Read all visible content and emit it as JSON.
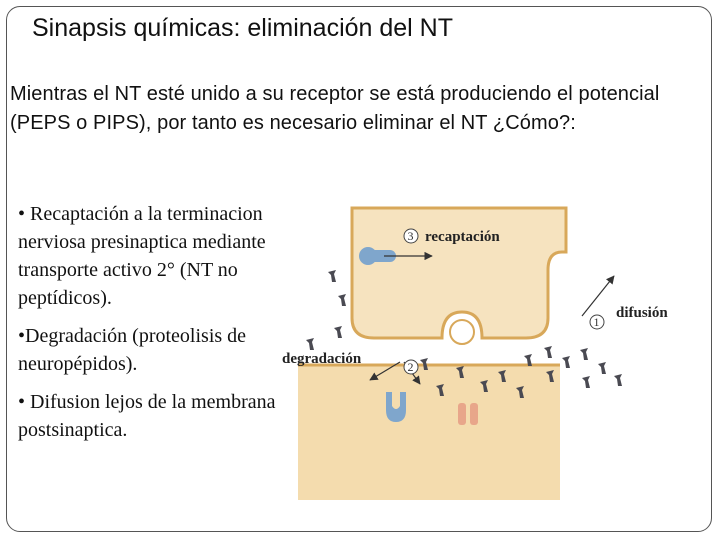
{
  "slide": {
    "title": "Sinapsis químicas: eliminación del NT",
    "intro": "Mientras el NT esté unido a su receptor se está produciendo el potencial (PEPS o PIPS), por tanto es necesario eliminar el NT ¿Cómo?:",
    "bullets": [
      "• Recaptación a la terminacion nerviosa presinaptica mediante transporte activo 2° (NT no peptídicos).",
      "•Degradación (proteolisis de neuropépidos).",
      "• Difusion lejos de la membrana postsinaptica."
    ]
  },
  "diagram": {
    "labels": {
      "reuptake": "recaptación",
      "diffusion": "difusión",
      "degradation": "degradación"
    },
    "step_numbers": {
      "reuptake": "3",
      "diffusion": "1",
      "degradation": "2"
    },
    "colors": {
      "terminal_fill": "#f6e3bf",
      "terminal_stroke": "#d8a85a",
      "membrane_fill": "#f4dcae",
      "transporter": "#7fa6cc",
      "receptor": "#e8a68a",
      "neurotransmitter": "#4a4a52",
      "arrow": "#333333"
    }
  }
}
